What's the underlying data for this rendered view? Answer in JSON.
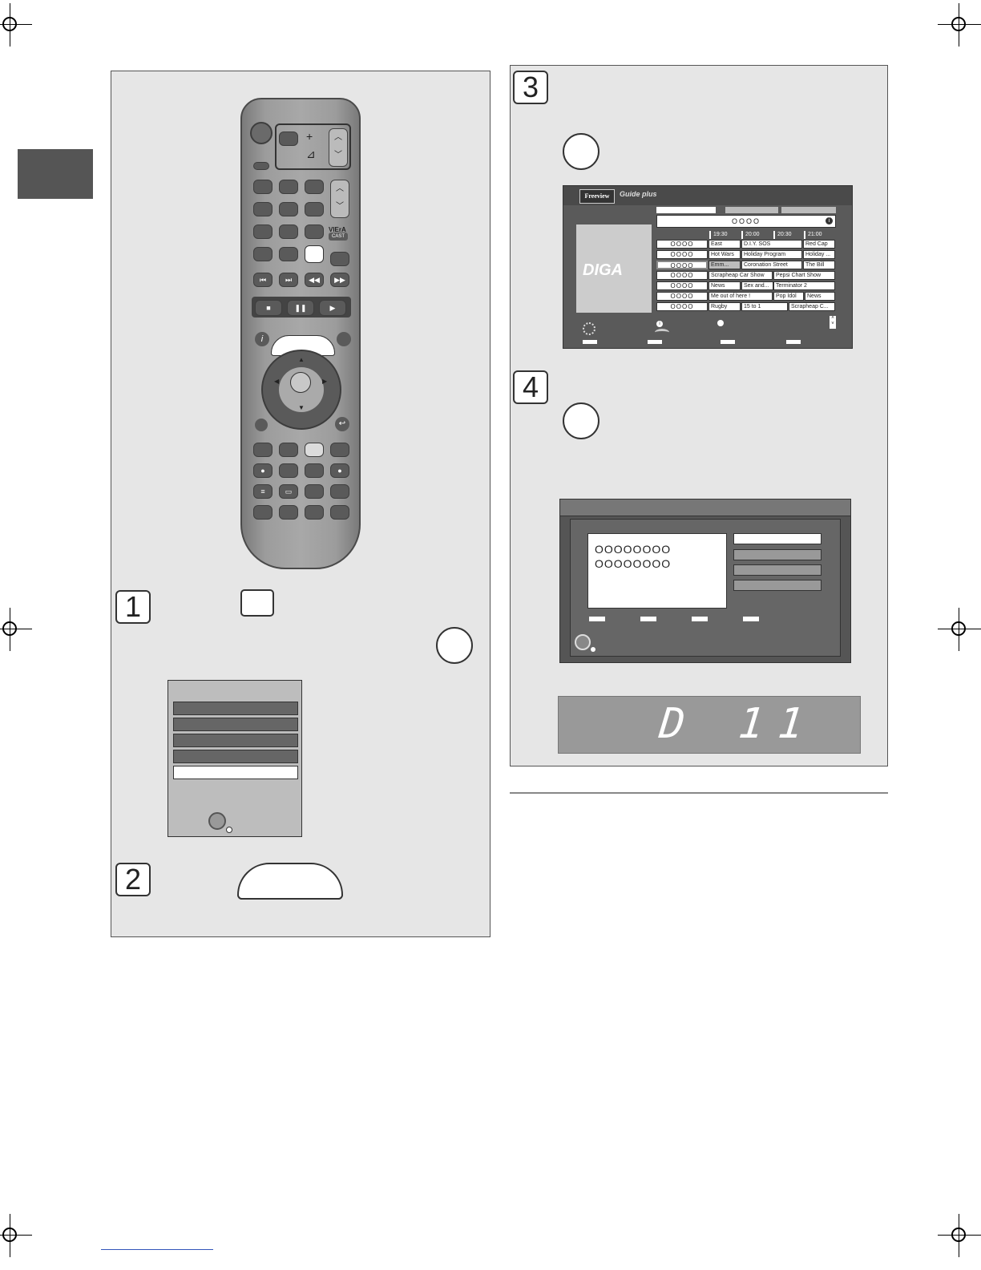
{
  "steps": {
    "step1_number": "1",
    "step2_number": "2",
    "step3_number": "3",
    "step4_number": "4"
  },
  "remote": {
    "button_labels": {
      "viera": "VIErA",
      "cast": "CAST"
    }
  },
  "guide": {
    "brand_freeview": "Freeview",
    "brand_guideplus": "Guide plus",
    "logo": "DIGA",
    "header_placeholder": "OOOO",
    "times": [
      "19:30",
      "20:00",
      "20:30",
      "21:00"
    ],
    "rows": [
      {
        "channel": "OOOO",
        "programs": [
          "East",
          "D.I.Y. SOS",
          "Red Cap"
        ]
      },
      {
        "channel": "OOOO",
        "programs": [
          "Hot Wars",
          "Holiday Program",
          "Holiday ..."
        ]
      },
      {
        "channel": "OOOO",
        "programs": [
          "Emm...",
          "Coronation Street",
          "The Bill"
        ]
      },
      {
        "channel": "OOOO",
        "programs": [
          "Scrapheap Car Show",
          "Pepsi Chart Show"
        ]
      },
      {
        "channel": "OOOO",
        "programs": [
          "News",
          "Sex and...",
          "Terminator 2"
        ]
      },
      {
        "channel": "OOOO",
        "programs": [
          "Me out of here !",
          "Pop Idol",
          "News"
        ]
      },
      {
        "channel": "OOOO",
        "programs": [
          "Rugby",
          "15 to 1",
          "Scrapheap C..."
        ]
      }
    ]
  },
  "dialog": {
    "line1": "OOOOOOOO",
    "line2": "OOOOOOOO"
  },
  "front_display": {
    "text": "D  11"
  }
}
